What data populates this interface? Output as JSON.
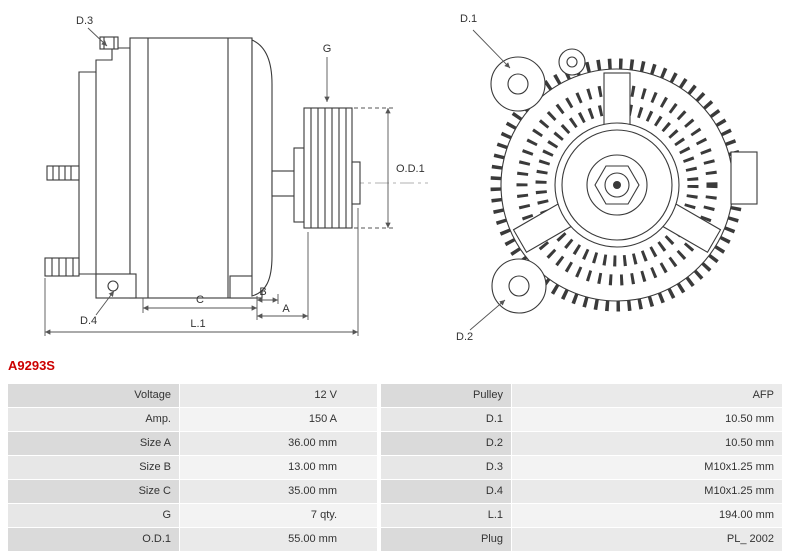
{
  "part_number": "A9293S",
  "colors": {
    "part_number_accent": "#cc0000",
    "table_label_bg": "#dadada",
    "table_value_bg": "#eaeaea",
    "line_color": "#3a3a3a"
  },
  "diagram": {
    "labels": {
      "d1": "D.1",
      "d2": "D.2",
      "d3": "D.3",
      "d4": "D.4",
      "g": "G",
      "od1": "O.D.1",
      "c": "C",
      "b": "B",
      "a": "A",
      "l1": "L.1"
    }
  },
  "spec_table": {
    "rows": [
      {
        "label1": "Voltage",
        "value1": "12 V",
        "label2": "Pulley",
        "value2": "AFP"
      },
      {
        "label1": "Amp.",
        "value1": "150 A",
        "label2": "D.1",
        "value2": "10.50 mm"
      },
      {
        "label1": "Size A",
        "value1": "36.00 mm",
        "label2": "D.2",
        "value2": "10.50 mm"
      },
      {
        "label1": "Size B",
        "value1": "13.00 mm",
        "label2": "D.3",
        "value2": "M10x1.25 mm"
      },
      {
        "label1": "Size C",
        "value1": "35.00 mm",
        "label2": "D.4",
        "value2": "M10x1.25 mm"
      },
      {
        "label1": "G",
        "value1": "7 qty.",
        "label2": "L.1",
        "value2": "194.00 mm"
      },
      {
        "label1": "O.D.1",
        "value1": "55.00 mm",
        "label2": "Plug",
        "value2": "PL_ 2002"
      }
    ]
  }
}
